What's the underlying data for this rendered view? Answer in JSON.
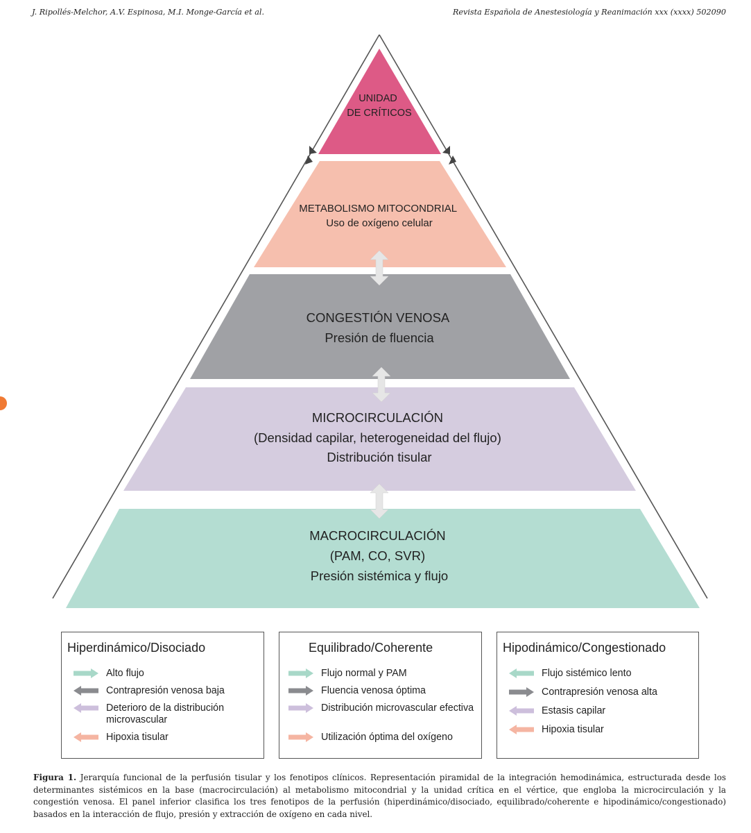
{
  "header": {
    "authors": "J. Ripollés-Melchor, A.V. Espinosa, M.I. Monge-García et al.",
    "journal": "Revista Española de Anestesiología y Reanimación xxx (xxxx) 502090"
  },
  "pyramid": {
    "tiers": [
      {
        "lines": [
          "UNIDAD",
          "DE CRÍTICOS"
        ],
        "color": "#dd5a86"
      },
      {
        "lines": [
          "METABOLISMO MITOCONDRIAL",
          "Uso de oxígeno celular"
        ],
        "color": "#f6bfae"
      },
      {
        "lines": [
          "CONGESTIÓN VENOSA",
          "Presión de fluencia"
        ],
        "color": "#a0a1a5"
      },
      {
        "lines": [
          "MICROCIRCULACIÓN",
          "(Densidad capilar, heterogeneidad del flujo)",
          "Distribución tisular"
        ],
        "color": "#d5ccdf"
      },
      {
        "lines": [
          "MACROCIRCULACIÓN",
          "(PAM, CO, SVR)",
          "Presión sistémica y flujo"
        ],
        "color": "#b4ddd2"
      }
    ]
  },
  "legend": [
    {
      "title": "Hiperdinámico/Disociado",
      "items": [
        {
          "text": "Alto flujo",
          "arrow": "right",
          "color": "#a8d8c8"
        },
        {
          "text": "Contrapresión venosa baja",
          "arrow": "left",
          "color": "#8a8b8f"
        },
        {
          "text": "Deterioro de la distribución microvascular",
          "arrow": "left",
          "color": "#cdbfdc"
        },
        {
          "text": "Hipoxia tisular",
          "arrow": "left",
          "color": "#f5b5a2"
        }
      ]
    },
    {
      "title": "Equilibrado/Coherente",
      "items": [
        {
          "text": "Flujo normal y PAM",
          "arrow": "right",
          "color": "#a8d8c8"
        },
        {
          "text": "Fluencia venosa óptima",
          "arrow": "right",
          "color": "#8a8b8f"
        },
        {
          "text": "Distribución microvascular efectiva",
          "arrow": "right",
          "color": "#cdbfdc"
        },
        {
          "text": "Utilización óptima del oxígeno",
          "arrow": "right",
          "color": "#f5b5a2"
        }
      ]
    },
    {
      "title": "Hipodinámico/Congestionado",
      "items": [
        {
          "text": "Flujo sistémico lento",
          "arrow": "left",
          "color": "#a8d8c8"
        },
        {
          "text": "Contrapresión venosa alta",
          "arrow": "right",
          "color": "#8a8b8f"
        },
        {
          "text": "Estasis capilar",
          "arrow": "left",
          "color": "#cdbfdc"
        },
        {
          "text": "Hipoxia tisular",
          "arrow": "left",
          "color": "#f5b5a2"
        }
      ]
    }
  ],
  "caption": {
    "label": "Figura 1.",
    "text": "Jerarquía funcional de la perfusión tisular y los fenotipos clínicos. Representación piramidal de la integración hemodinámica, estructurada desde los determinantes sistémicos en la base (macrocirculación) al metabolismo mitocondrial y la unidad crítica en el vértice, que engloba la microcirculación y la congestión venosa. El panel inferior clasifica los tres fenotipos de la perfusión (hiperdinámico/disociado, equilibrado/coherente e hipodinámico/congestionado) basados en la interacción de flujo, presión y extracción de oxígeno en cada nivel."
  }
}
